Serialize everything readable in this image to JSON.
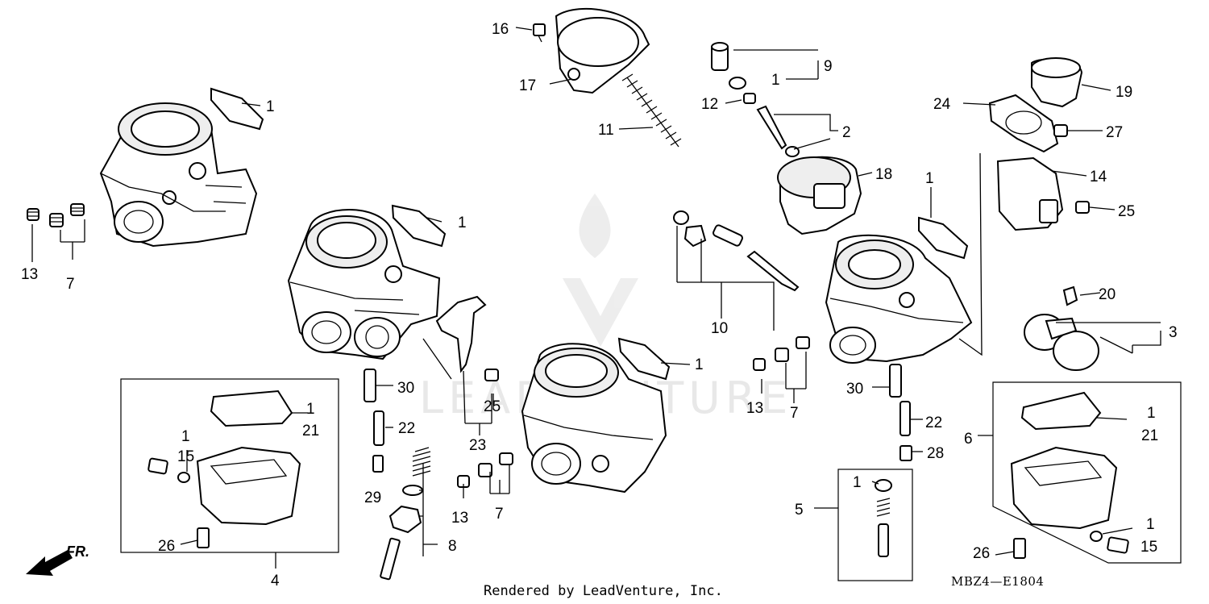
{
  "diagram": {
    "code": "MBZ4—E1804",
    "footer": "Rendered by LeadVenture, Inc.",
    "direction_label": "FR.",
    "watermark": "LEADVENTURE"
  },
  "callouts": [
    {
      "id": "c1a",
      "text": "1"
    },
    {
      "id": "c7a",
      "text": "7"
    },
    {
      "id": "c13a",
      "text": "13"
    },
    {
      "id": "c16",
      "text": "16"
    },
    {
      "id": "c17",
      "text": "17"
    },
    {
      "id": "c11",
      "text": "11"
    },
    {
      "id": "c9",
      "text": "9"
    },
    {
      "id": "c1b",
      "text": "1"
    },
    {
      "id": "c12",
      "text": "12"
    },
    {
      "id": "c2",
      "text": "2"
    },
    {
      "id": "c18",
      "text": "18"
    },
    {
      "id": "c24",
      "text": "24"
    },
    {
      "id": "c19",
      "text": "19"
    },
    {
      "id": "c27",
      "text": "27"
    },
    {
      "id": "c14",
      "text": "14"
    },
    {
      "id": "c25a",
      "text": "25"
    },
    {
      "id": "c1c",
      "text": "1"
    },
    {
      "id": "c1d",
      "text": "1"
    },
    {
      "id": "c10",
      "text": "10"
    },
    {
      "id": "c20",
      "text": "20"
    },
    {
      "id": "c3",
      "text": "3"
    },
    {
      "id": "c30a",
      "text": "30"
    },
    {
      "id": "c25b",
      "text": "25"
    },
    {
      "id": "c1e",
      "text": "1"
    },
    {
      "id": "c13b",
      "text": "13"
    },
    {
      "id": "c7b",
      "text": "7"
    },
    {
      "id": "c30b",
      "text": "30"
    },
    {
      "id": "c1f",
      "text": "1"
    },
    {
      "id": "c21a",
      "text": "21"
    },
    {
      "id": "c22a",
      "text": "22"
    },
    {
      "id": "c1g",
      "text": "1"
    },
    {
      "id": "c15a",
      "text": "15"
    },
    {
      "id": "c23",
      "text": "23"
    },
    {
      "id": "c29",
      "text": "29"
    },
    {
      "id": "c13c",
      "text": "13"
    },
    {
      "id": "c7c",
      "text": "7"
    },
    {
      "id": "c22b",
      "text": "22"
    },
    {
      "id": "c28",
      "text": "28"
    },
    {
      "id": "c6",
      "text": "6"
    },
    {
      "id": "c1h",
      "text": "1"
    },
    {
      "id": "c21b",
      "text": "21"
    },
    {
      "id": "c1i",
      "text": "1"
    },
    {
      "id": "c5",
      "text": "5"
    },
    {
      "id": "c26a",
      "text": "26"
    },
    {
      "id": "c8",
      "text": "8"
    },
    {
      "id": "c4",
      "text": "4"
    },
    {
      "id": "c1j",
      "text": "1"
    },
    {
      "id": "c15b",
      "text": "15"
    },
    {
      "id": "c26b",
      "text": "26"
    }
  ]
}
